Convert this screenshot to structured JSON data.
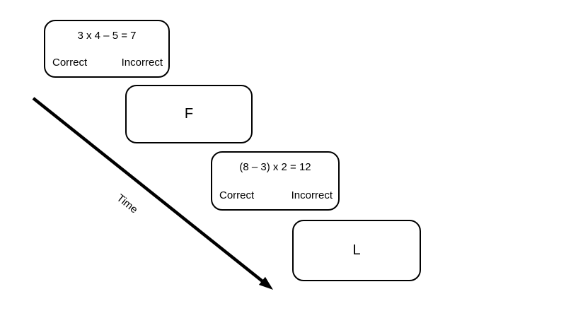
{
  "figure": {
    "description": "Operation span task trial sequence diagram",
    "background_color": "#ffffff",
    "stroke_color": "#000000",
    "trials": [
      {
        "type": "equation",
        "equation": "3 x 4 – 5 = 7",
        "left_option": "Correct",
        "right_option": "Incorrect"
      },
      {
        "type": "letter",
        "letter": "F"
      },
      {
        "type": "equation",
        "equation": "(8 – 3) x 2 = 12",
        "left_option": "Correct",
        "right_option": "Incorrect"
      },
      {
        "type": "letter",
        "letter": "L"
      }
    ],
    "time_arrow": {
      "label": "Time",
      "start": "47,139",
      "end": "386,410"
    }
  }
}
